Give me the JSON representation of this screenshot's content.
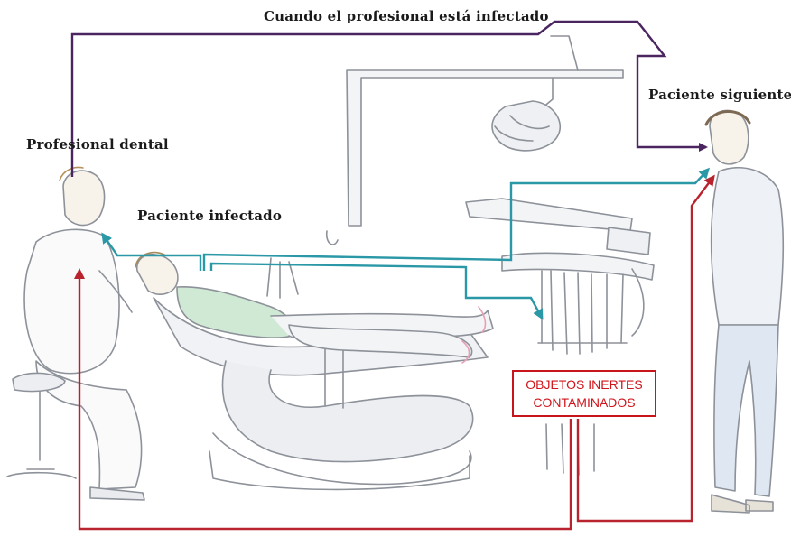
{
  "labels": {
    "top_path": "Cuando el profesional está infectado",
    "professional": "Profesional dental",
    "infected_patient": "Paciente infectado",
    "next_patient": "Paciente siguiente",
    "objects_line1": "OBJETOS INERTES",
    "objects_line2": "CONTAMINADOS"
  },
  "colors": {
    "professional_path": "#4a2560",
    "patient_path": "#2a98a6",
    "objects_path": "#b8232d",
    "objects_text": "#d0141b",
    "sketch": "#8d9199"
  },
  "illustration": {
    "figures": [
      "dental-professional-seated",
      "infected-patient-reclined",
      "next-patient-standing"
    ],
    "equipment": [
      "dental-chair",
      "overhead-lamp",
      "instrument-tray"
    ]
  }
}
